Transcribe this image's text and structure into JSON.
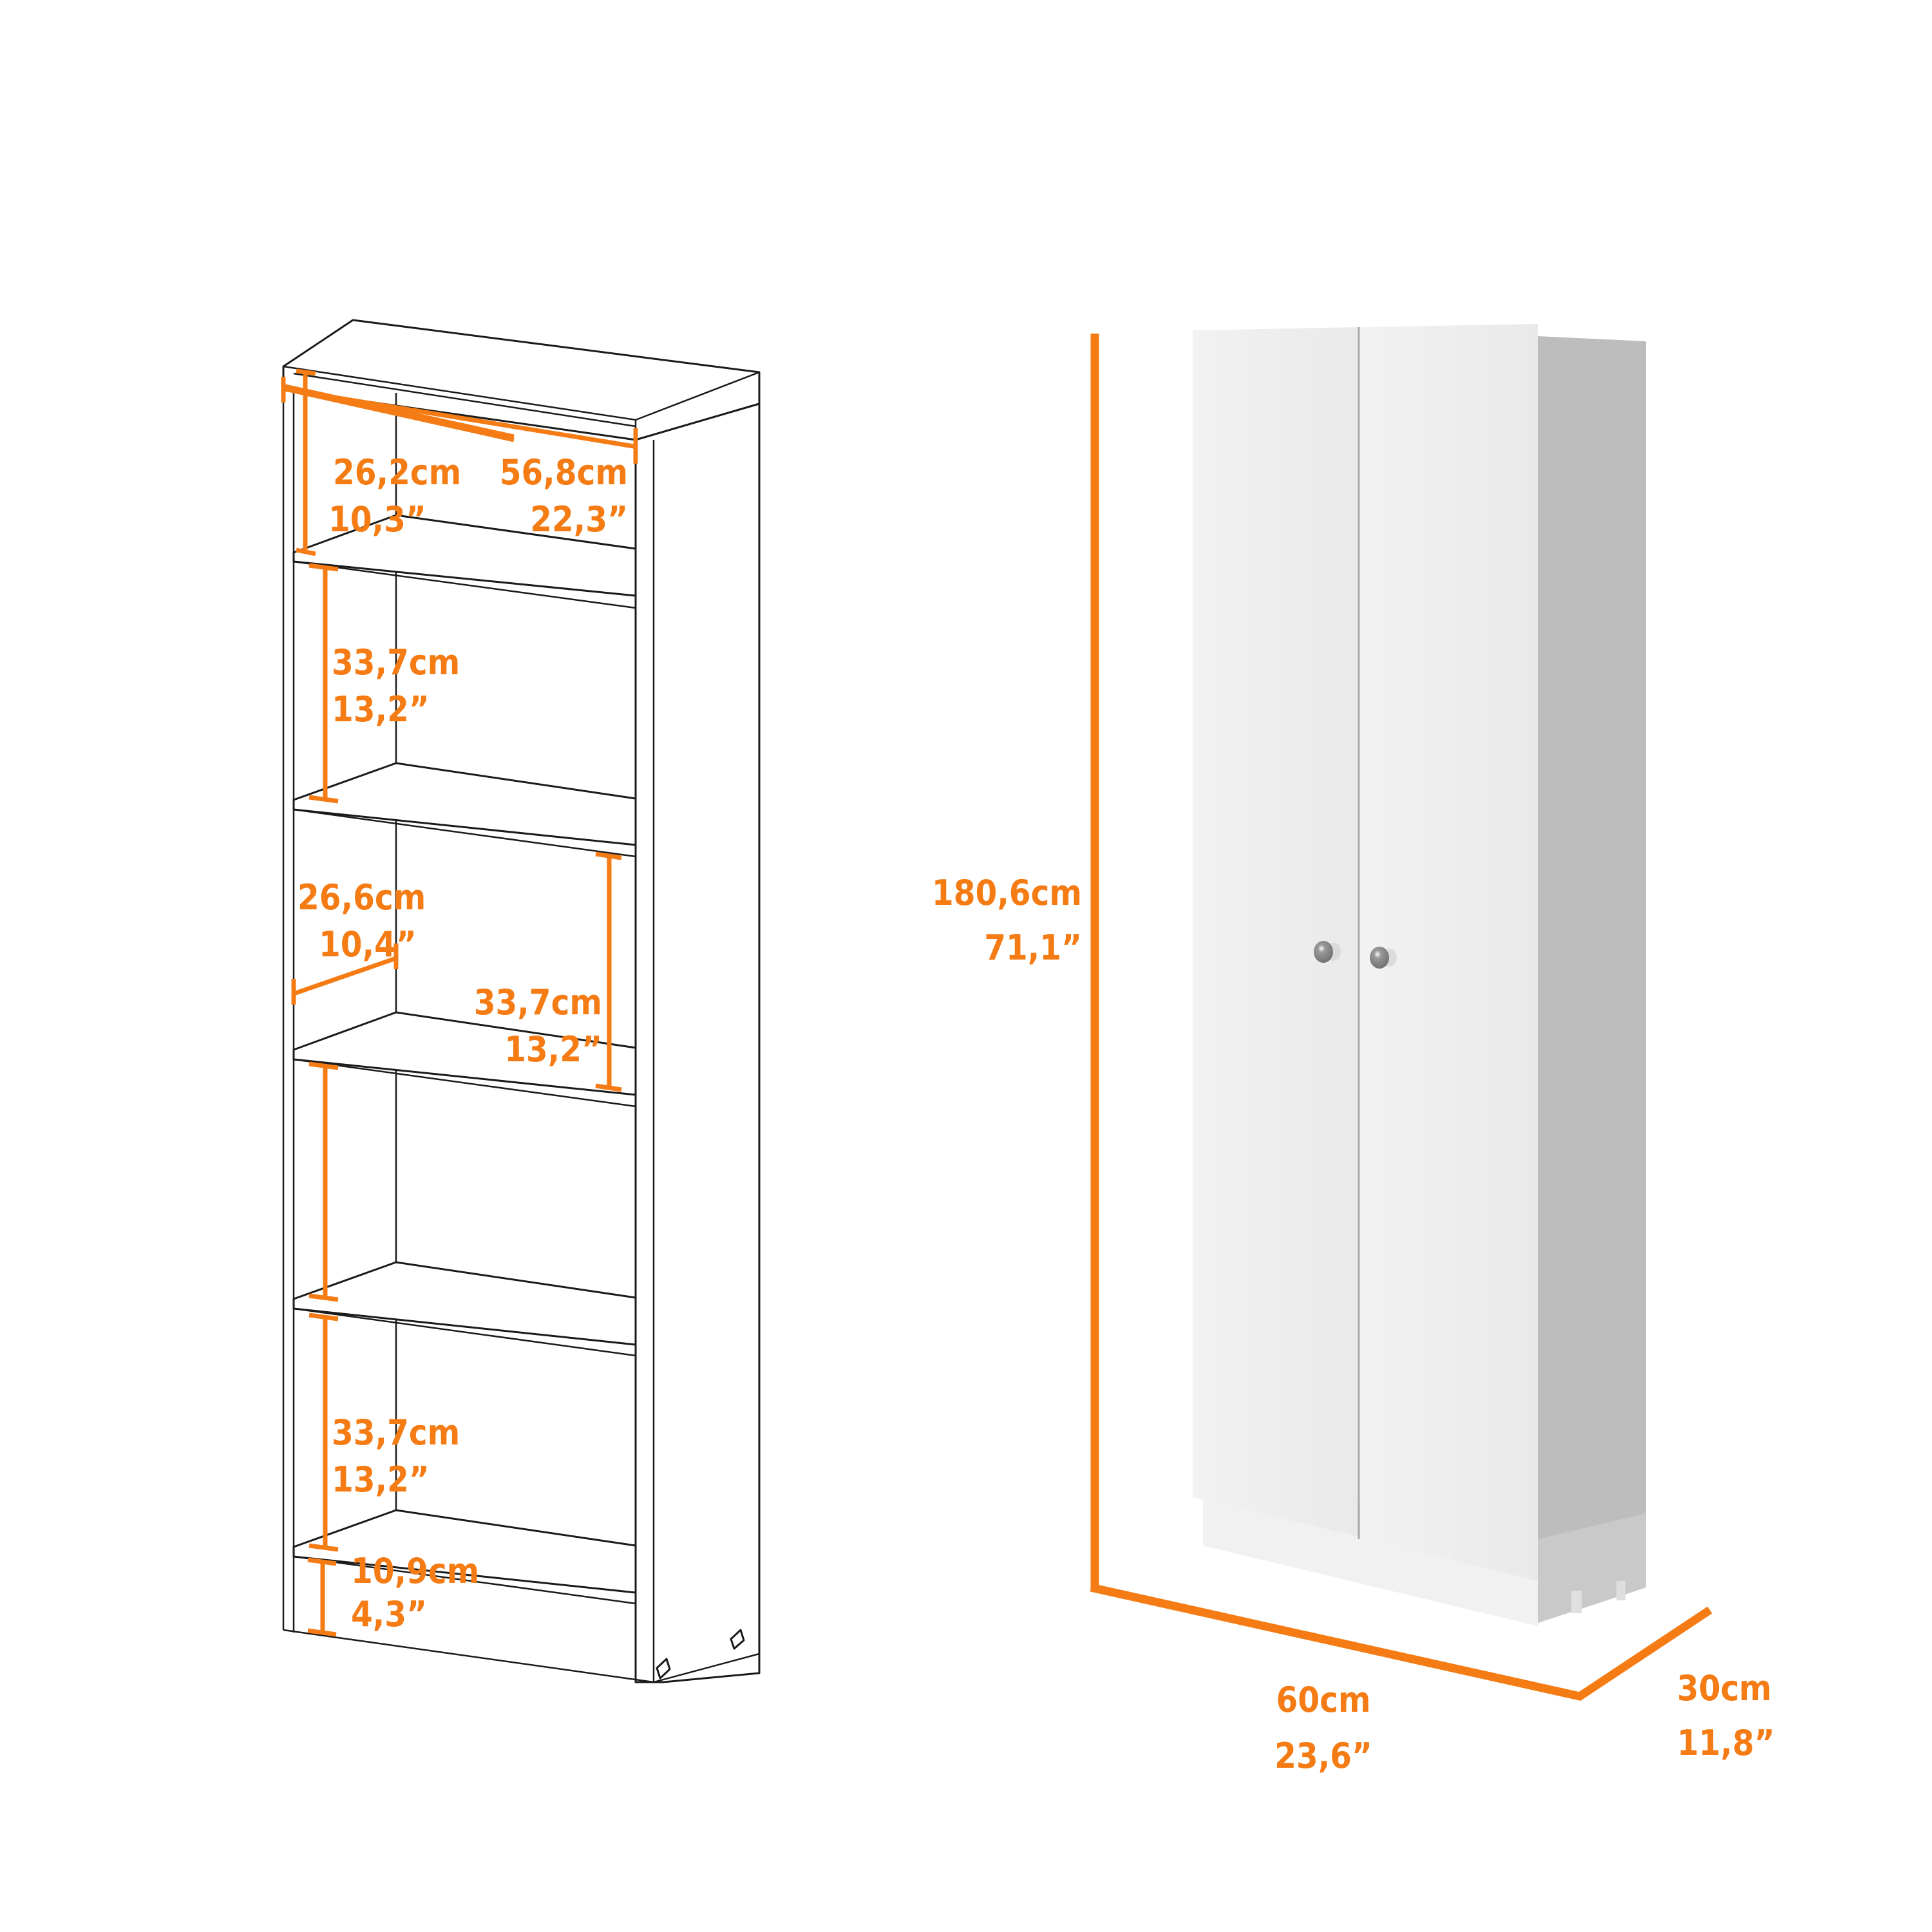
{
  "figure": {
    "description": "Product dimension sheet for a two-door white storage cabinet: left shows interior line drawing with shelf spacing, right shows rendered closed cabinet with overall dimensions",
    "accent_color": "#F57C14",
    "line_color": "#1a1a1a",
    "cabinet_front_color": "#eeeeee",
    "cabinet_side_color": "#bcbcbc"
  },
  "interior_view": {
    "top_compartment_height": {
      "cm": "26,2cm",
      "in": "10,3”"
    },
    "inner_width": {
      "cm": "56,8cm",
      "in": "22,3”"
    },
    "second_compartment_height": {
      "cm": "33,7cm",
      "in": "13,2”"
    },
    "shelf_depth": {
      "cm": "26,6cm",
      "in": "10,4”"
    },
    "third_compartment_height": {
      "cm": "33,7cm",
      "in": "13,2”"
    },
    "fifth_compartment_height": {
      "cm": "33,7cm",
      "in": "13,2”"
    },
    "bottom_compartment_height": {
      "cm": "10,9cm",
      "in": "4,3”"
    }
  },
  "exterior_view": {
    "overall_height": {
      "cm": "180,6cm",
      "in": "71,1”"
    },
    "overall_width": {
      "cm": "60cm",
      "in": "23,6”"
    },
    "overall_depth": {
      "cm": "30cm",
      "in": "11,8”"
    },
    "doors": 2,
    "knobs": [
      "left-door-knob",
      "right-door-knob"
    ]
  }
}
